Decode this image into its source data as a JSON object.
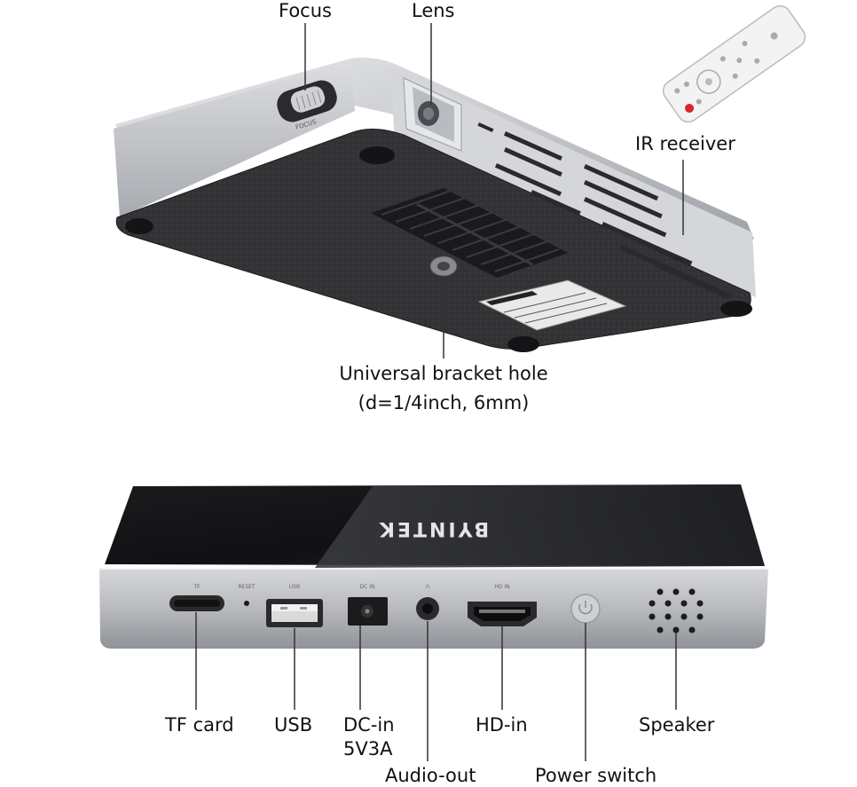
{
  "labels": {
    "focus": "Focus",
    "lens": "Lens",
    "ir_receiver": "IR receiver",
    "bracket_hole": "Universal bracket hole",
    "bracket_hole_size": "(d=1/4inch, 6mm)",
    "tf_card": "TF card",
    "usb": "USB",
    "dc_in": "DC-in",
    "dc_in_rating": "5V3A",
    "audio_out": "Audio-out",
    "hd_in": "HD-in",
    "power_switch": "Power switch",
    "speaker": "Speaker"
  },
  "device": {
    "brand": "BYINTEK",
    "focus_wheel_text": "FOCUS",
    "port_labels": {
      "tf": "TF",
      "reset": "RESET",
      "usb": "USB",
      "dc": "DC IN",
      "hd": "HD IN"
    }
  },
  "colors": {
    "shell_silver": "#c9cbcf",
    "base_dark": "#2f2f31",
    "top_black": "#0e0e10",
    "leader_line": "#333333",
    "ir_button": "#d8262c"
  }
}
